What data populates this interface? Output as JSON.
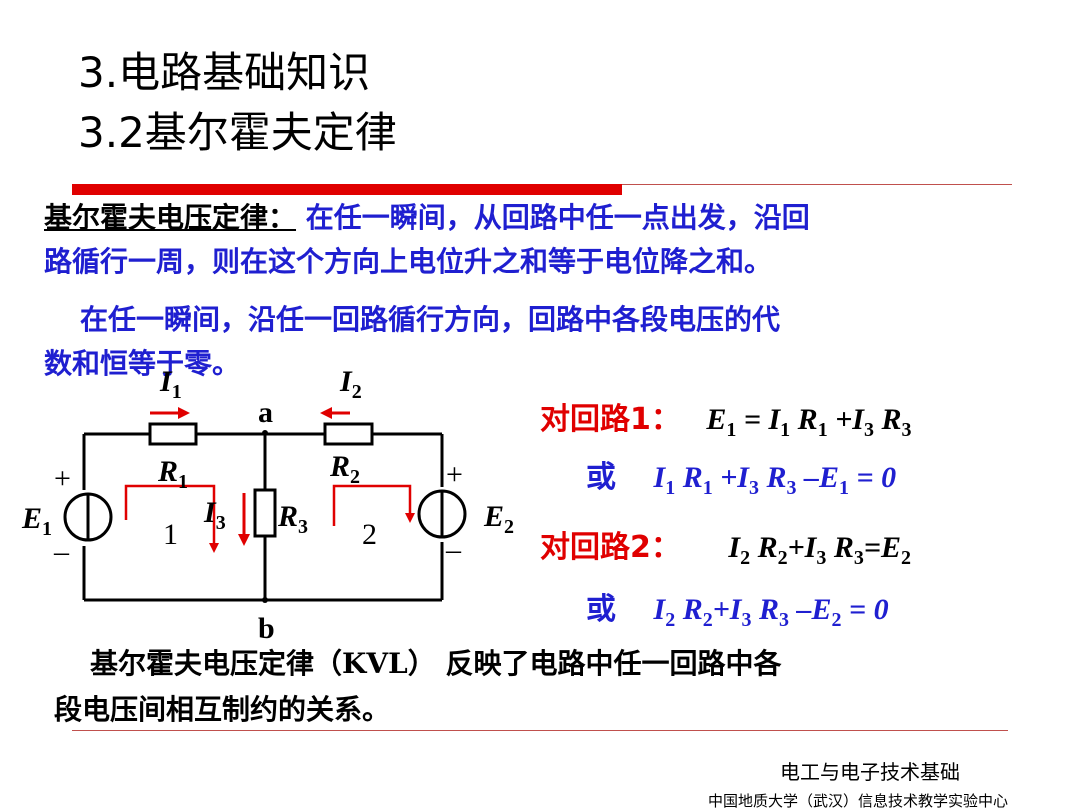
{
  "header": {
    "title_line1": "3.电路基础知识",
    "title_line2": "3.2基尔霍夫定律"
  },
  "definition": {
    "term": "基尔霍夫电压定律：",
    "text_line1": "在任一瞬间，从回路中任一点出发，沿回",
    "text_line2": "路循行一周，则在这个方向上电位升之和等于电位降之和。"
  },
  "statement": {
    "line1": "在任一瞬间，沿任一回路循行方向，回路中各段电压的代",
    "line2": "数和恒等于零。"
  },
  "circuit": {
    "node_a": "a",
    "node_b": "b",
    "I1": "I",
    "I1_sub": "1",
    "I2": "I",
    "I2_sub": "2",
    "I3": "I",
    "I3_sub": "3",
    "R1": "R",
    "R1_sub": "1",
    "R2": "R",
    "R2_sub": "2",
    "R3": "R",
    "R3_sub": "3",
    "E1": "E",
    "E1_sub": "1",
    "E2": "E",
    "E2_sub": "2",
    "plus": "+",
    "minus": "–",
    "loop1": "1",
    "loop2": "2"
  },
  "equations": {
    "loop1_label": "对回路1：",
    "loop1_eq": "E1 = I1 R1 +I3 R3",
    "or1": "或",
    "loop1_alt": "I1 R1 +I3 R3 –E1 = 0",
    "loop2_label": "对回路2：",
    "loop2_eq": "I2 R2+I3 R3=E2",
    "or2": "或",
    "loop2_alt": "I2 R2+I3 R3 –E2 = 0"
  },
  "conclusion": {
    "line1": "基尔霍夫电压定律（KVL） 反映了电路中任一回路中各",
    "line2": "段电压间相互制约的关系。"
  },
  "footer": {
    "course": "电工与电子技术基础",
    "institution": "中国地质大学（武汉）信息技术教学实验中心"
  },
  "colors": {
    "accent_red": "#e00000",
    "text_blue": "#1f1fd0",
    "divider": "#c0504d"
  }
}
